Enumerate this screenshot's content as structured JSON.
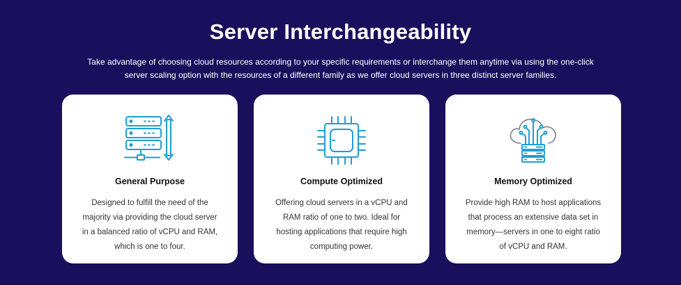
{
  "header": {
    "title": "Server Interchangeability",
    "subtitle": "Take advantage of choosing cloud resources according to your specific requirements or interchange them anytime via using the one-click server scaling option with the resources of a different family as we offer cloud servers in three distinct server families."
  },
  "cards": [
    {
      "icon": "server-stack-icon",
      "title": "General Purpose",
      "description": "Designed to fulfill the need of the majority via providing the cloud server in a balanced ratio of vCPU and RAM, which is one to four."
    },
    {
      "icon": "cpu-chip-icon",
      "title": "Compute Optimized",
      "description": "Offering cloud servers in a vCPU and RAM ratio of one to two. Ideal for hosting applications that require high computing power."
    },
    {
      "icon": "cloud-server-icon",
      "title": "Memory Optimized",
      "description": "Provide high RAM to host applications that process an extensive data set in memory—servers in one to eight ratio of vCPU and RAM."
    }
  ],
  "colors": {
    "background": "#1a0f5c",
    "card": "#ffffff",
    "icon_accent": "#1f9dd2"
  }
}
